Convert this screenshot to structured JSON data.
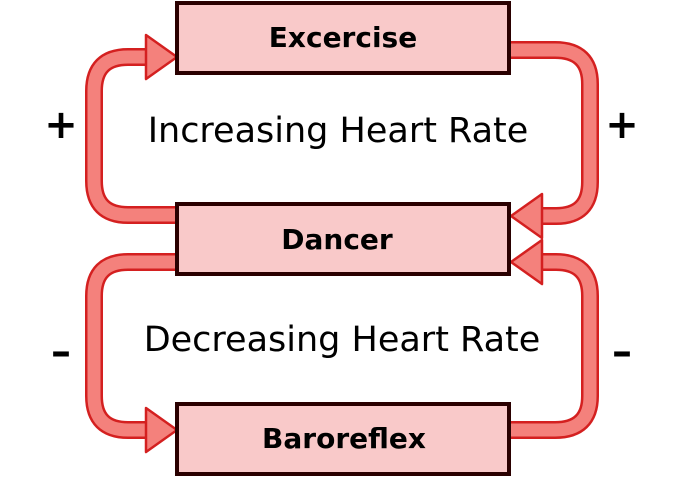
{
  "nodes": {
    "top": "Excercise",
    "middle": "Dancer",
    "bottom": "Baroreflex"
  },
  "loops": {
    "upper": {
      "label": "Increasing Heart Rate",
      "left_sign": "+",
      "right_sign": "+"
    },
    "lower": {
      "label": "Decreasing Heart Rate",
      "left_sign": "–",
      "right_sign": "–"
    }
  },
  "colors": {
    "box_fill": "#f9c9c9",
    "box_stroke": "#2a0000",
    "arrow_fill": "#f4817c",
    "arrow_stroke": "#d42020",
    "text": "#000000"
  }
}
